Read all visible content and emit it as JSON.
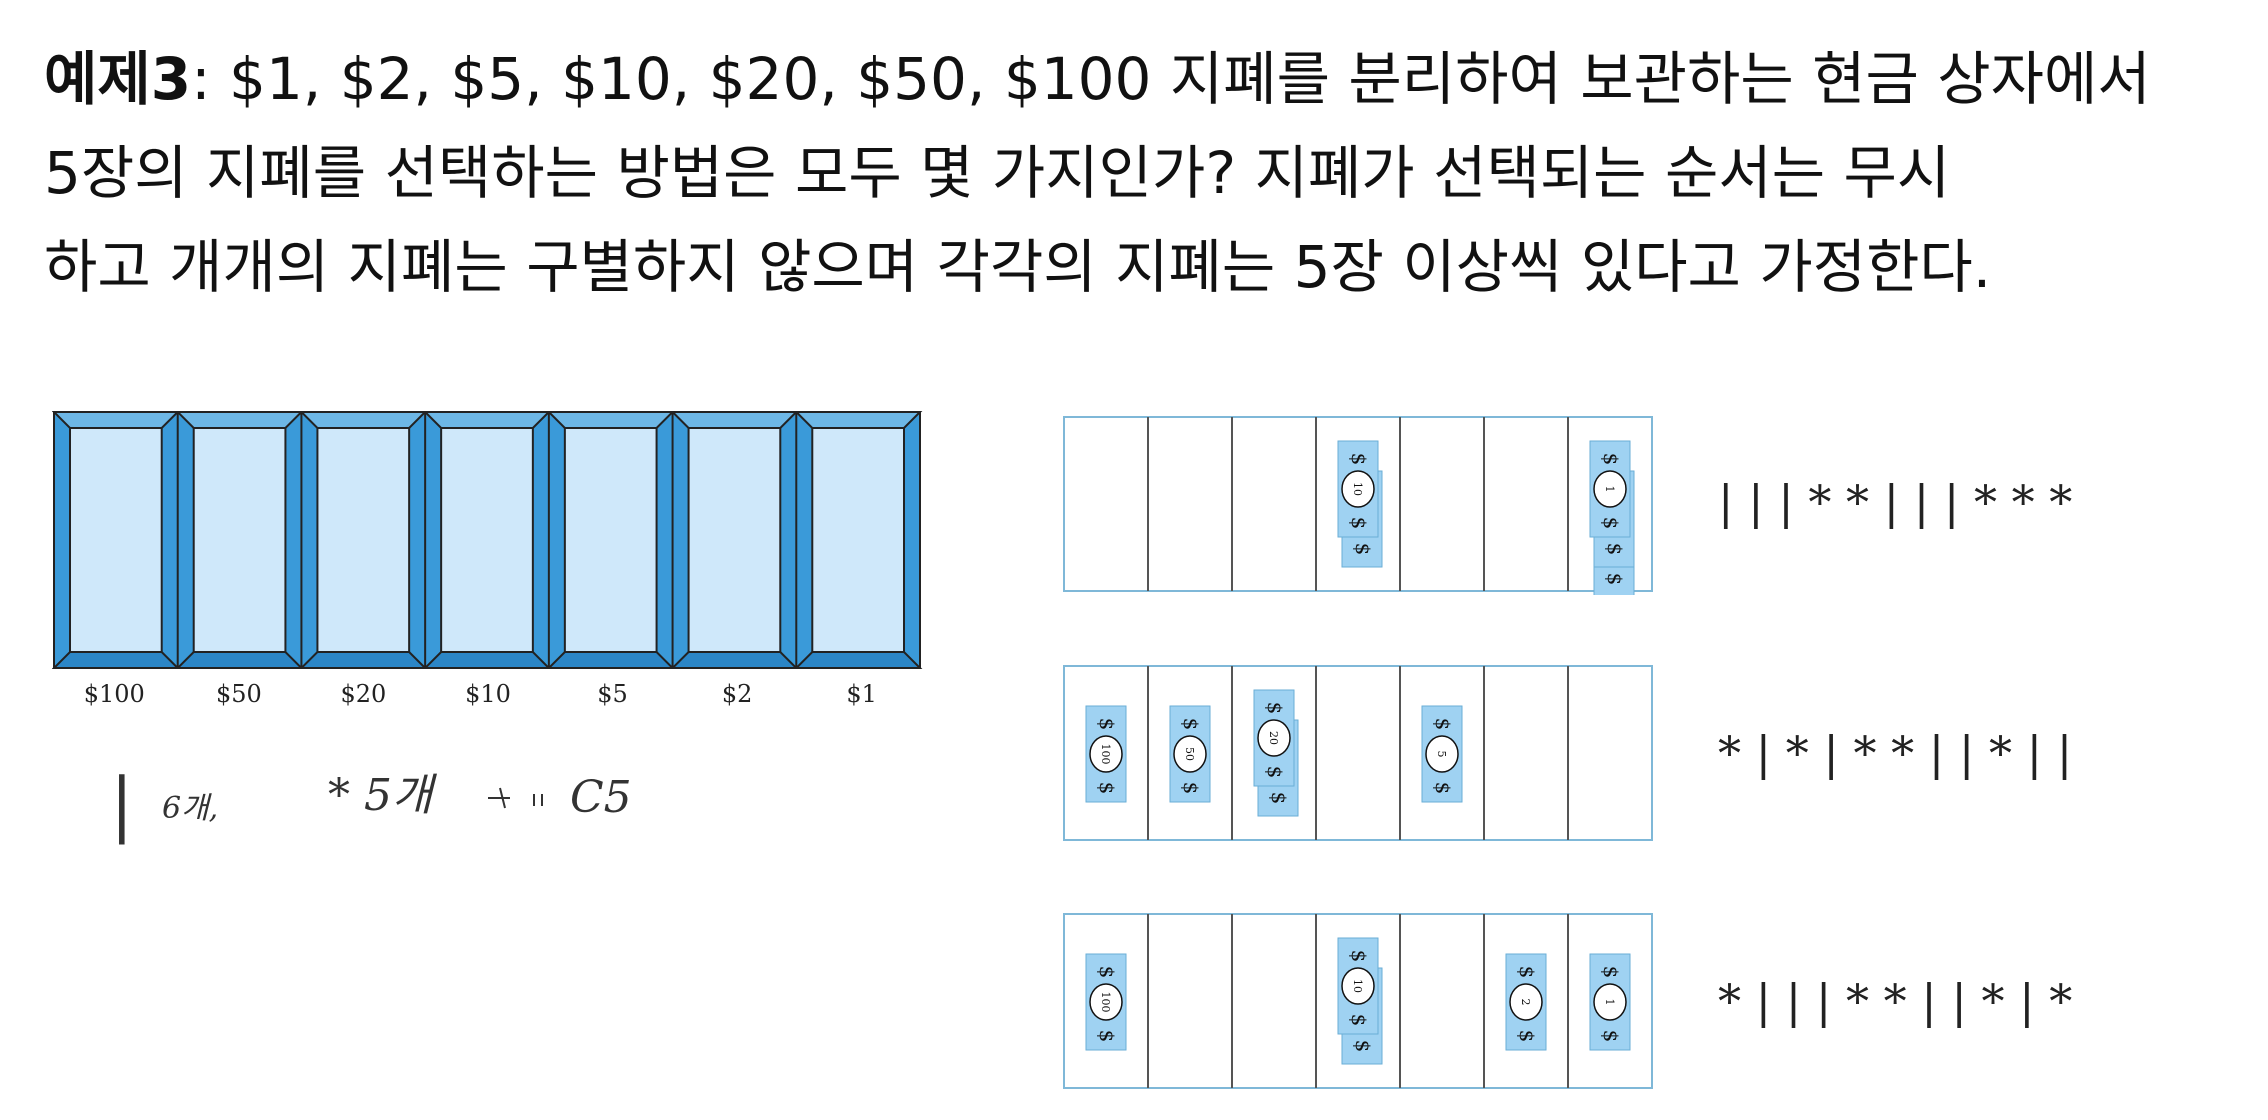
{
  "problem": {
    "label": "예제3",
    "line1_rest": ": $1, $2, $5,  $10, $20, $50, $100 지폐를 분리하여 보관하는 현금 상자에서",
    "line2": "5장의 지폐를 선택하는 방법은 모두 몇 가지인가? 지폐가 선택되는 순서는 무시",
    "line3": "하고 개개의 지폐는 구별하지 않으며 각각의 지폐는 5장 이상씩 있다고 가정한다."
  },
  "cashbox": {
    "denominations": [
      "$100",
      "$50",
      "$20",
      "$10",
      "$5",
      "$2",
      "$1"
    ]
  },
  "handwritten_note": {
    "bar_text": "|",
    "bar_count_text": "6개,",
    "star_text": "* 5개",
    "combo_text": "C5"
  },
  "examples": [
    {
      "notation": "| | | * * | | | * * *",
      "bills": [
        {
          "slot": 3,
          "denom": "10",
          "count": 2
        },
        {
          "slot": 6,
          "denom": "1",
          "count": 3
        }
      ]
    },
    {
      "notation": "* | * | * * | | * | |",
      "bills": [
        {
          "slot": 0,
          "denom": "100",
          "count": 1
        },
        {
          "slot": 1,
          "denom": "50",
          "count": 1
        },
        {
          "slot": 2,
          "denom": "20",
          "count": 2
        },
        {
          "slot": 4,
          "denom": "5",
          "count": 1
        }
      ]
    },
    {
      "notation": "* | | | * * | | * | *",
      "bills": [
        {
          "slot": 0,
          "denom": "100",
          "count": 1
        },
        {
          "slot": 3,
          "denom": "10",
          "count": 2
        },
        {
          "slot": 5,
          "denom": "2",
          "count": 1
        },
        {
          "slot": 6,
          "denom": "1",
          "count": 1
        }
      ]
    }
  ],
  "colors": {
    "box_dark": "#3a9ad9",
    "box_light": "#cfe8fa",
    "bill_blue": "#9fd2f2",
    "outline": "#222222"
  }
}
